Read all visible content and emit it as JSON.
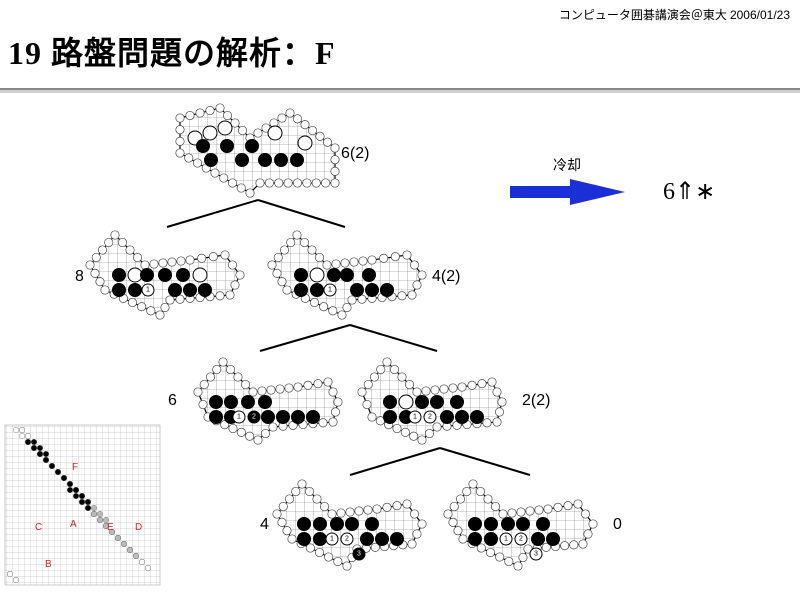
{
  "header": {
    "meta": "コンピュータ囲碁講演会＠東大",
    "date": "2006/01/23",
    "title": "19 路盤問題の解析：F"
  },
  "cooling": {
    "label": "冷却",
    "result": "6⇑∗",
    "arrow_color": "#1a2fd6"
  },
  "tree": {
    "nodes": [
      {
        "id": "root",
        "value": "6(2)",
        "moves": []
      },
      {
        "id": "left1",
        "value": "8",
        "moves": [
          "1"
        ]
      },
      {
        "id": "right1",
        "value": "4(2)",
        "moves": [
          "1"
        ]
      },
      {
        "id": "left2",
        "value": "6",
        "moves": [
          "1",
          "2"
        ]
      },
      {
        "id": "right2",
        "value": "2(2)",
        "moves": [
          "1",
          "2"
        ]
      },
      {
        "id": "left3",
        "value": "4",
        "moves": [
          "1",
          "2",
          "3"
        ]
      },
      {
        "id": "right3",
        "value": "0",
        "moves": [
          "1",
          "2",
          "3"
        ]
      }
    ]
  },
  "minimap": {
    "labels": [
      "A",
      "B",
      "C",
      "D",
      "E",
      "F"
    ]
  }
}
